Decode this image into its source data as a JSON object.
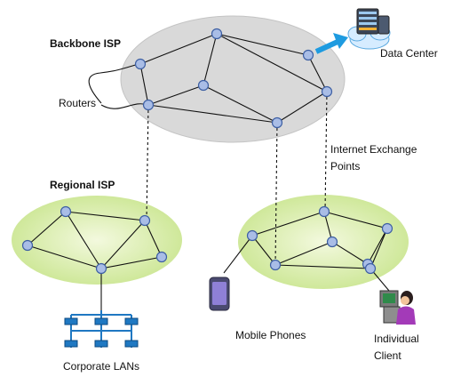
{
  "labels": {
    "backbone": "Backbone ISP",
    "routers": "Routers",
    "data_center": "Data Center",
    "regional": "Regional ISP",
    "ixp_line1": "Internet Exchange",
    "ixp_line2": "Points",
    "mobile": "Mobile Phones",
    "corporate": "Corporate LANs",
    "client_line1": "Individual",
    "client_line2": "Client"
  },
  "colors": {
    "backbone_cloud": "#d9d9d9",
    "regional_cloud": "#dcefb2",
    "router_node": "#a9bde6",
    "arrow": "#1e9be0",
    "lan_node": "#1f78c2"
  },
  "icons": {
    "data_center": "server-cloud-icon",
    "phone": "mobile-phone-icon",
    "client": "person-at-computer-icon",
    "lan": "lan-tree-icon"
  }
}
